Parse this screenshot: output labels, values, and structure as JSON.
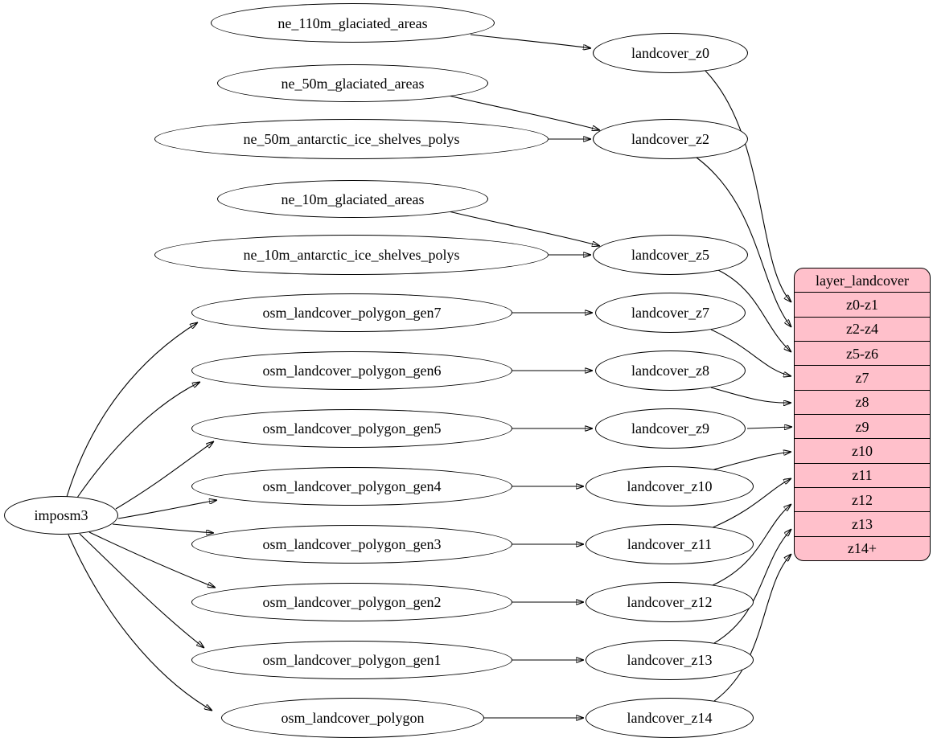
{
  "colors": {
    "background": "#ffffff",
    "node_fill": "#ffffff",
    "node_stroke": "#000000",
    "edge_color": "#000000",
    "record_fill": "#ffc0cb"
  },
  "ellipses": [
    {
      "id": "ne_110m_glaciated_areas",
      "label": "ne_110m_glaciated_areas"
    },
    {
      "id": "ne_50m_glaciated_areas",
      "label": "ne_50m_glaciated_areas"
    },
    {
      "id": "ne_50m_antarctic_ice_shelves_polys",
      "label": "ne_50m_antarctic_ice_shelves_polys"
    },
    {
      "id": "ne_10m_glaciated_areas",
      "label": "ne_10m_glaciated_areas"
    },
    {
      "id": "ne_10m_antarctic_ice_shelves_polys",
      "label": "ne_10m_antarctic_ice_shelves_polys"
    },
    {
      "id": "osm_landcover_polygon_gen7",
      "label": "osm_landcover_polygon_gen7"
    },
    {
      "id": "osm_landcover_polygon_gen6",
      "label": "osm_landcover_polygon_gen6"
    },
    {
      "id": "osm_landcover_polygon_gen5",
      "label": "osm_landcover_polygon_gen5"
    },
    {
      "id": "osm_landcover_polygon_gen4",
      "label": "osm_landcover_polygon_gen4"
    },
    {
      "id": "osm_landcover_polygon_gen3",
      "label": "osm_landcover_polygon_gen3"
    },
    {
      "id": "osm_landcover_polygon_gen2",
      "label": "osm_landcover_polygon_gen2"
    },
    {
      "id": "osm_landcover_polygon_gen1",
      "label": "osm_landcover_polygon_gen1"
    },
    {
      "id": "osm_landcover_polygon",
      "label": "osm_landcover_polygon"
    },
    {
      "id": "imposm3",
      "label": "imposm3"
    },
    {
      "id": "landcover_z0",
      "label": "landcover_z0"
    },
    {
      "id": "landcover_z2",
      "label": "landcover_z2"
    },
    {
      "id": "landcover_z5",
      "label": "landcover_z5"
    },
    {
      "id": "landcover_z7",
      "label": "landcover_z7"
    },
    {
      "id": "landcover_z8",
      "label": "landcover_z8"
    },
    {
      "id": "landcover_z9",
      "label": "landcover_z9"
    },
    {
      "id": "landcover_z10",
      "label": "landcover_z10"
    },
    {
      "id": "landcover_z11",
      "label": "landcover_z11"
    },
    {
      "id": "landcover_z12",
      "label": "landcover_z12"
    },
    {
      "id": "landcover_z13",
      "label": "landcover_z13"
    },
    {
      "id": "landcover_z14",
      "label": "landcover_z14"
    }
  ],
  "record": {
    "title": "layer_landcover",
    "rows": [
      "z0-z1",
      "z2-z4",
      "z5-z6",
      "z7",
      "z8",
      "z9",
      "z10",
      "z11",
      "z12",
      "z13",
      "z14+"
    ]
  },
  "edges": [
    {
      "from": "ne_110m_glaciated_areas",
      "to": "landcover_z0"
    },
    {
      "from": "ne_50m_glaciated_areas",
      "to": "landcover_z2"
    },
    {
      "from": "ne_50m_antarctic_ice_shelves_polys",
      "to": "landcover_z2"
    },
    {
      "from": "ne_10m_glaciated_areas",
      "to": "landcover_z5"
    },
    {
      "from": "ne_10m_antarctic_ice_shelves_polys",
      "to": "landcover_z5"
    },
    {
      "from": "osm_landcover_polygon_gen7",
      "to": "landcover_z7"
    },
    {
      "from": "osm_landcover_polygon_gen6",
      "to": "landcover_z8"
    },
    {
      "from": "osm_landcover_polygon_gen5",
      "to": "landcover_z9"
    },
    {
      "from": "osm_landcover_polygon_gen4",
      "to": "landcover_z10"
    },
    {
      "from": "osm_landcover_polygon_gen3",
      "to": "landcover_z11"
    },
    {
      "from": "osm_landcover_polygon_gen2",
      "to": "landcover_z12"
    },
    {
      "from": "osm_landcover_polygon_gen1",
      "to": "landcover_z13"
    },
    {
      "from": "osm_landcover_polygon",
      "to": "landcover_z14"
    },
    {
      "from": "imposm3",
      "to": "osm_landcover_polygon_gen7"
    },
    {
      "from": "imposm3",
      "to": "osm_landcover_polygon_gen6"
    },
    {
      "from": "imposm3",
      "to": "osm_landcover_polygon_gen5"
    },
    {
      "from": "imposm3",
      "to": "osm_landcover_polygon_gen4"
    },
    {
      "from": "imposm3",
      "to": "osm_landcover_polygon_gen3"
    },
    {
      "from": "imposm3",
      "to": "osm_landcover_polygon_gen2"
    },
    {
      "from": "imposm3",
      "to": "osm_landcover_polygon_gen1"
    },
    {
      "from": "imposm3",
      "to": "osm_landcover_polygon"
    },
    {
      "from": "landcover_z0",
      "to": "layer_landcover:z0-z1"
    },
    {
      "from": "landcover_z2",
      "to": "layer_landcover:z2-z4"
    },
    {
      "from": "landcover_z5",
      "to": "layer_landcover:z5-z6"
    },
    {
      "from": "landcover_z7",
      "to": "layer_landcover:z7"
    },
    {
      "from": "landcover_z8",
      "to": "layer_landcover:z8"
    },
    {
      "from": "landcover_z9",
      "to": "layer_landcover:z9"
    },
    {
      "from": "landcover_z10",
      "to": "layer_landcover:z10"
    },
    {
      "from": "landcover_z11",
      "to": "layer_landcover:z11"
    },
    {
      "from": "landcover_z12",
      "to": "layer_landcover:z12"
    },
    {
      "from": "landcover_z13",
      "to": "layer_landcover:z13"
    },
    {
      "from": "landcover_z14",
      "to": "layer_landcover:z14+"
    }
  ]
}
